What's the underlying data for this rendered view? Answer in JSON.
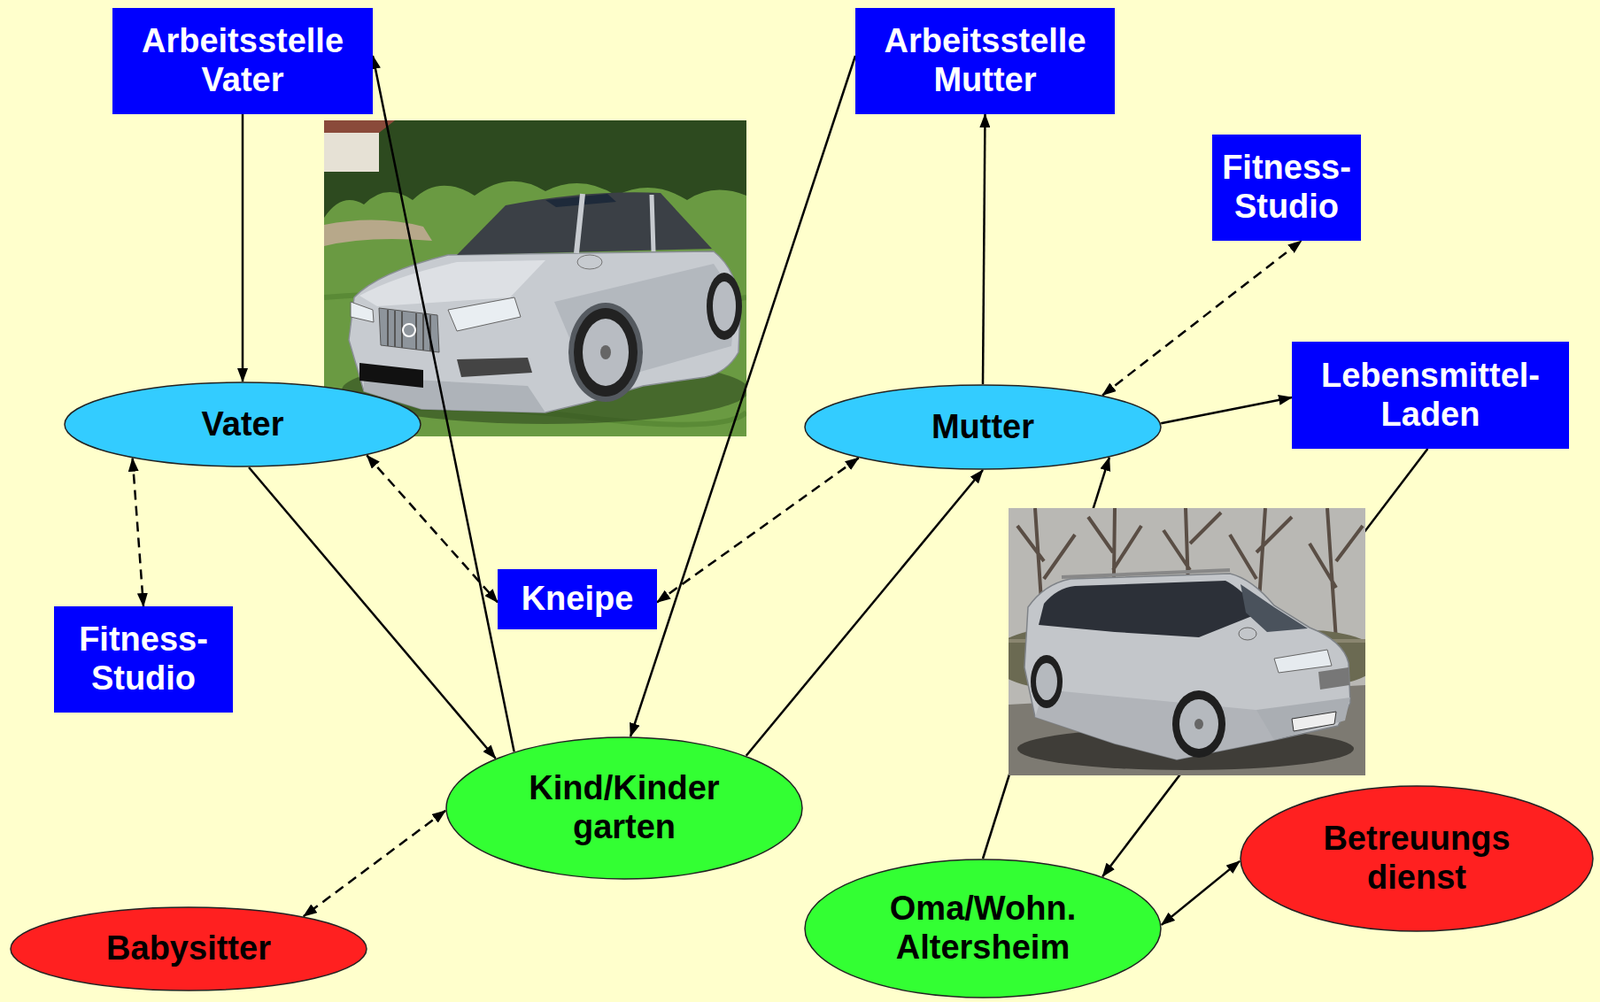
{
  "diagram": {
    "nodes": [
      {
        "text": [
          "Arbeitsstelle Vater"
        ]
      },
      {
        "text": [
          "Arbeitsstelle Mutter"
        ]
      },
      {
        "text": [
          "Fitness- Studio"
        ]
      },
      {
        "text": [
          "Lebensmittel- Laden"
        ]
      },
      {
        "text": [
          "Vater"
        ]
      },
      {
        "text": [
          "Mutter"
        ]
      },
      {
        "text": [
          "Kneipe"
        ]
      },
      {
        "text": [
          "Fitness- Studio"
        ]
      },
      {
        "text": [
          "Kind/Kinder garten"
        ]
      },
      {
        "text": [
          "Betreuungs dienst"
        ]
      },
      {
        "text": [
          "Oma/Wohn. Altersheim"
        ]
      },
      {
        "text": [
          "Babysitter"
        ]
      }
    ],
    "edges": [
      {
        "from": 0,
        "to": 4,
        "arrow": "to"
      },
      {
        "from": 4,
        "to": 8,
        "arrow": "to"
      },
      {
        "from": 8,
        "to": 0,
        "arrow": "to"
      },
      {
        "from": 5,
        "to": 1,
        "arrow": "to"
      },
      {
        "from": 1,
        "to": 8,
        "arrow": "to"
      },
      {
        "from": 8,
        "to": 5,
        "arrow": "to"
      },
      {
        "from": 5,
        "to": 3,
        "arrow": "to"
      },
      {
        "from": 3,
        "to": 10,
        "arrow": "to"
      },
      {
        "from": 10,
        "to": 5,
        "arrow": "to"
      },
      {
        "from": 10,
        "to": 9,
        "arrow": "both"
      },
      {
        "from": 5,
        "to": 2,
        "arrow": "both"
      },
      {
        "from": 4,
        "to": 7,
        "arrow": "both"
      },
      {
        "from": 4,
        "to": 6,
        "arrow": "both"
      },
      {
        "from": 5,
        "to": 6,
        "arrow": "both"
      },
      {
        "from": 8,
        "to": 11,
        "arrow": "both"
      }
    ]
  }
}
